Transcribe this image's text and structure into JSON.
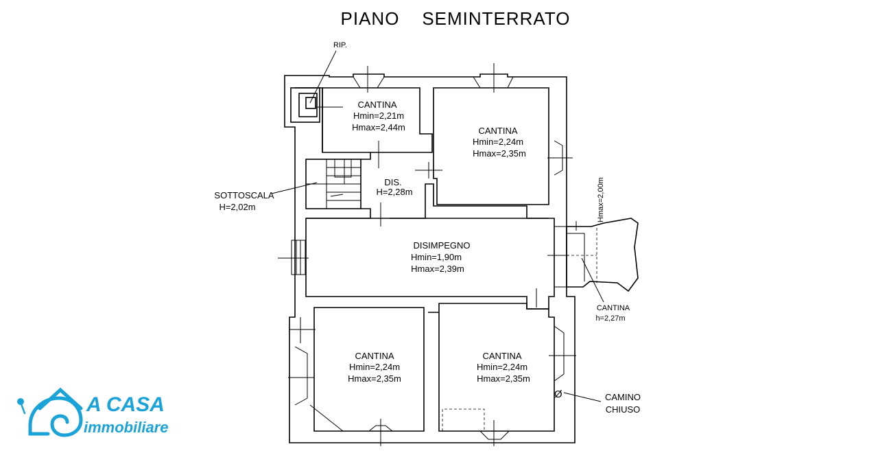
{
  "title": "PIANO    SEMINTERRATO",
  "rooms": {
    "cantina_top_left": {
      "name": "CANTINA",
      "hmin": "Hmin=2,21m",
      "hmax": "Hmax=2,44m"
    },
    "cantina_top_right": {
      "name": "CANTINA",
      "hmin": "Hmin=2,24m",
      "hmax": "Hmax=2,35m"
    },
    "dis": {
      "name": "DIS.",
      "h": "H=2,28m"
    },
    "disimpegno": {
      "name": "DISIMPEGNO",
      "hmin": "Hmin=1,90m",
      "hmax": "Hmax=2,39m"
    },
    "cantina_bottom_left": {
      "name": "CANTINA",
      "hmin": "Hmin=2,24m",
      "hmax": "Hmax=2,35m"
    },
    "cantina_bottom_right": {
      "name": "CANTINA",
      "hmin": "Hmin=2,24m",
      "hmax": "Hmax=2,35m"
    }
  },
  "annotations": {
    "rip": "RIP.",
    "sottoscala_name": "SOTTOSCALA",
    "sottoscala_h": "H=2,02m",
    "side_cantina_name": "CANTINA",
    "side_cantina_h": "h=2,27m",
    "hmax_vertical": "Hmax=2,00m",
    "camino_line1": "CAMINO",
    "camino_line2": "CHIUSO",
    "camino_symbol": "Ø"
  },
  "logo": {
    "brand": "A CASA",
    "tagline": "immobiliare",
    "color": "#1aa3d9"
  }
}
